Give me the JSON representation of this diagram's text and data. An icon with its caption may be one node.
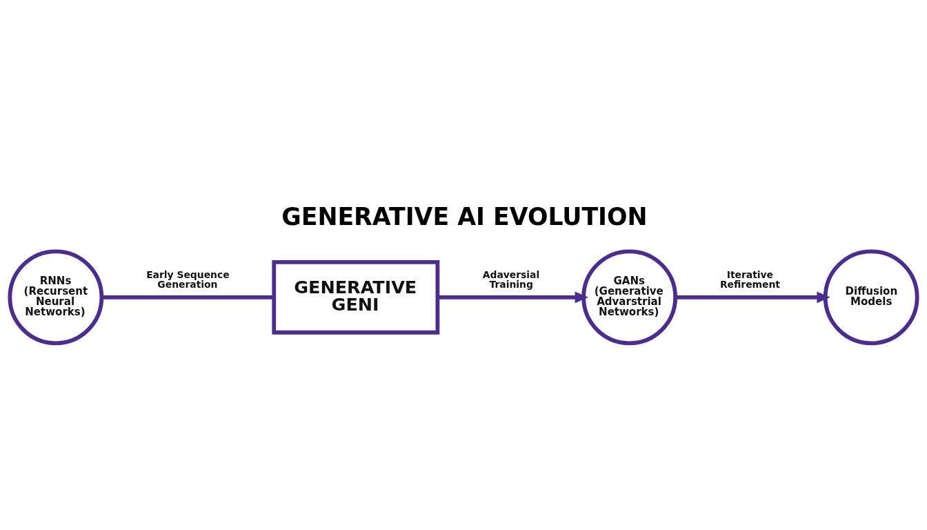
{
  "diagram": {
    "title": "GENERATIVE AI EVOLUTION",
    "nodes": [
      {
        "text": [
          "RNNs (Recursent Neural Networks)"
        ]
      },
      {
        "text": [
          "GENERATIVE GENI"
        ]
      },
      {
        "text": [
          "GANs (Generative Advarstrial Networks)"
        ]
      },
      {
        "text": [
          "Diffusion Models"
        ]
      }
    ],
    "edges": [
      {
        "from": 0,
        "to": 1,
        "arrow": "none",
        "label": "Early Sequence Generation"
      },
      {
        "from": 1,
        "to": 2,
        "arrow": "to",
        "label": "Adaversial Training"
      },
      {
        "from": 2,
        "to": 3,
        "arrow": "to",
        "label": "Iterative Refirement"
      }
    ]
  }
}
